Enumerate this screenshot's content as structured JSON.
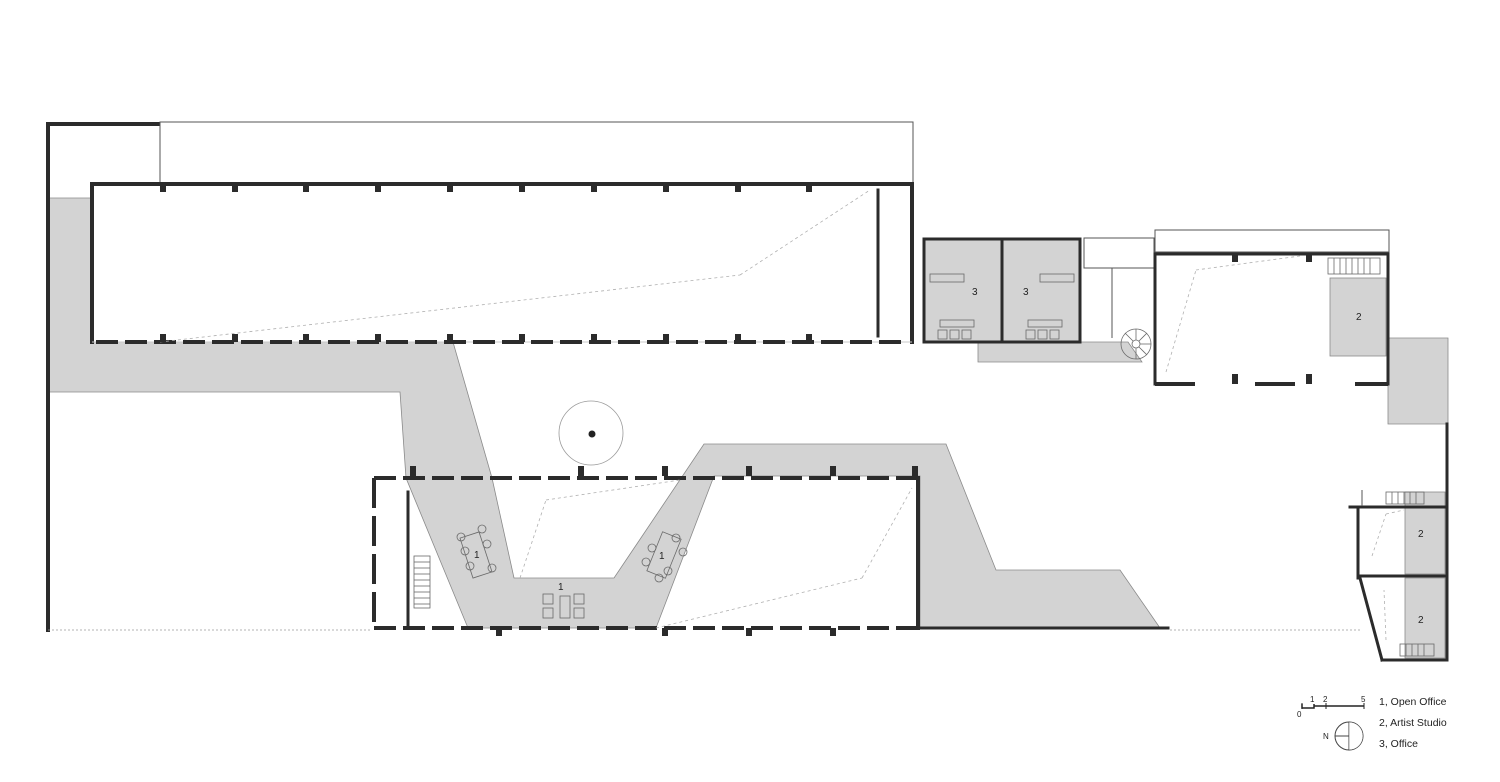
{
  "plan": {
    "room_labels": {
      "open_office": "1",
      "artist_studio": "2",
      "office": "3"
    }
  },
  "legend": {
    "items": [
      "1, Open Office",
      "2, Artist Studio",
      "3, Office"
    ]
  },
  "scale_bar": {
    "ticks": [
      "0",
      "1",
      "2",
      "5"
    ]
  },
  "north_arrow": {
    "label": "N"
  }
}
